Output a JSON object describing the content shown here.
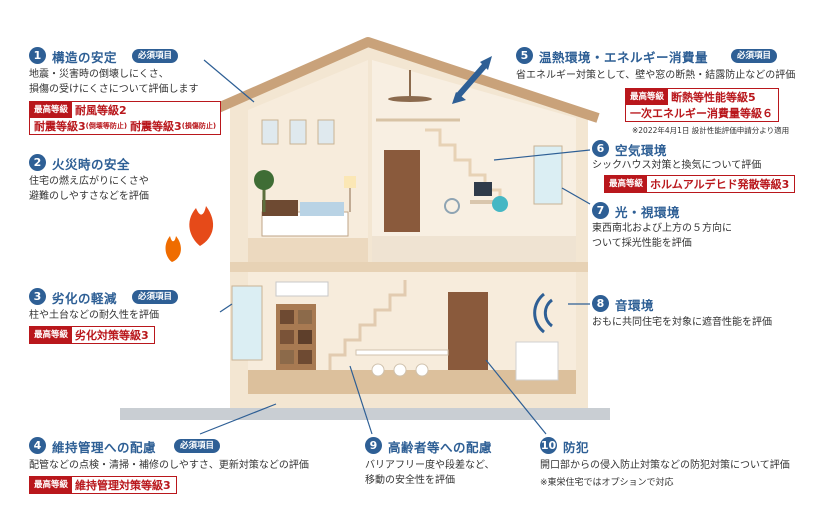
{
  "required_tag": "必須項目",
  "top_grade_label": "最高等級",
  "items": [
    {
      "num": "1",
      "title": "構造の安定",
      "desc1": "地震・災害時の倒壊しにくさ、",
      "desc2": "損傷の受けにくさについて評価します",
      "grade1": "耐風等級2",
      "grade2a": "耐震等級3",
      "grade2a_note": "(倒壊等防止)",
      "grade2b": "耐震等級3",
      "grade2b_note": "(損傷防止)"
    },
    {
      "num": "2",
      "title": "火災時の安全",
      "desc1": "住宅の燃え広がりにくさや",
      "desc2": "避難のしやすさなどを評価"
    },
    {
      "num": "3",
      "title": "劣化の軽減",
      "desc1": "柱や土台などの耐久性を評価",
      "grade1": "劣化対策等級3"
    },
    {
      "num": "4",
      "title": "維持管理への配慮",
      "desc1": "配管などの点検・清掃・補修のしやすさ、更新対策などの評価",
      "grade1": "維持管理対策等級3"
    },
    {
      "num": "5",
      "title": "温熱環境・エネルギー消費量",
      "desc1": "省エネルギー対策として、壁や窓の断熱・結露防止などの評価",
      "grade1": "断熱等性能等級5",
      "grade2": "一次エネルギー消費量等級６",
      "note": "※2022年4月1日 設計性能評価申請分より適用"
    },
    {
      "num": "6",
      "title": "空気環境",
      "desc1": "シックハウス対策と換気について評価",
      "grade1": "ホルムアルデヒド発散等級3"
    },
    {
      "num": "7",
      "title": "光・視環境",
      "desc1": "東西南北および上方の５方向に",
      "desc2": "ついて採光性能を評価"
    },
    {
      "num": "8",
      "title": "音環境",
      "desc1": "おもに共同住宅を対象に遮音性能を評価"
    },
    {
      "num": "9",
      "title": "高齢者等への配慮",
      "desc1": "バリアフリー度や段差など、",
      "desc2": "移動の安全性を評価"
    },
    {
      "num": "10",
      "title": "防犯",
      "desc1": "開口部からの侵入防止対策などの防犯対策について評価",
      "note": "※東栄住宅ではオプションで対応"
    }
  ],
  "colors": {
    "accent": "#2e5f95",
    "grade": "#b9171c",
    "wall": "#f1e2cc",
    "roof": "#e3cdb0",
    "floor": "#d9b994"
  }
}
